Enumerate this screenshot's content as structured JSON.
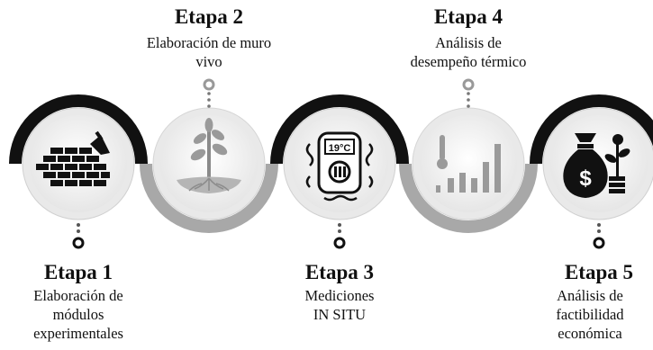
{
  "stages": [
    {
      "title": "Etapa 1",
      "description": "Elaboración de\nmódulos\nexperimentales",
      "icon": "bricks-trowel-icon",
      "tone": "dark"
    },
    {
      "title": "Etapa 2",
      "description": "Elaboración de muro\nvivo",
      "icon": "plant-roots-icon",
      "tone": "light"
    },
    {
      "title": "Etapa 3",
      "description": "Mediciones\nIN SITU",
      "icon": "thermometer-device-icon",
      "tone": "dark",
      "device_reading": "19°C"
    },
    {
      "title": "Etapa 4",
      "description": "Análisis de\ndesempeño térmico",
      "icon": "temperature-bar-chart-icon",
      "tone": "light"
    },
    {
      "title": "Etapa 5",
      "description": "Análisis de\nfactibilidad\neconómica",
      "icon": "money-bag-coins-icon",
      "tone": "dark"
    }
  ],
  "colors": {
    "dark": "#111111",
    "light": "#a8a8a8",
    "ring": "#eeeeee",
    "connector": "#555555"
  }
}
